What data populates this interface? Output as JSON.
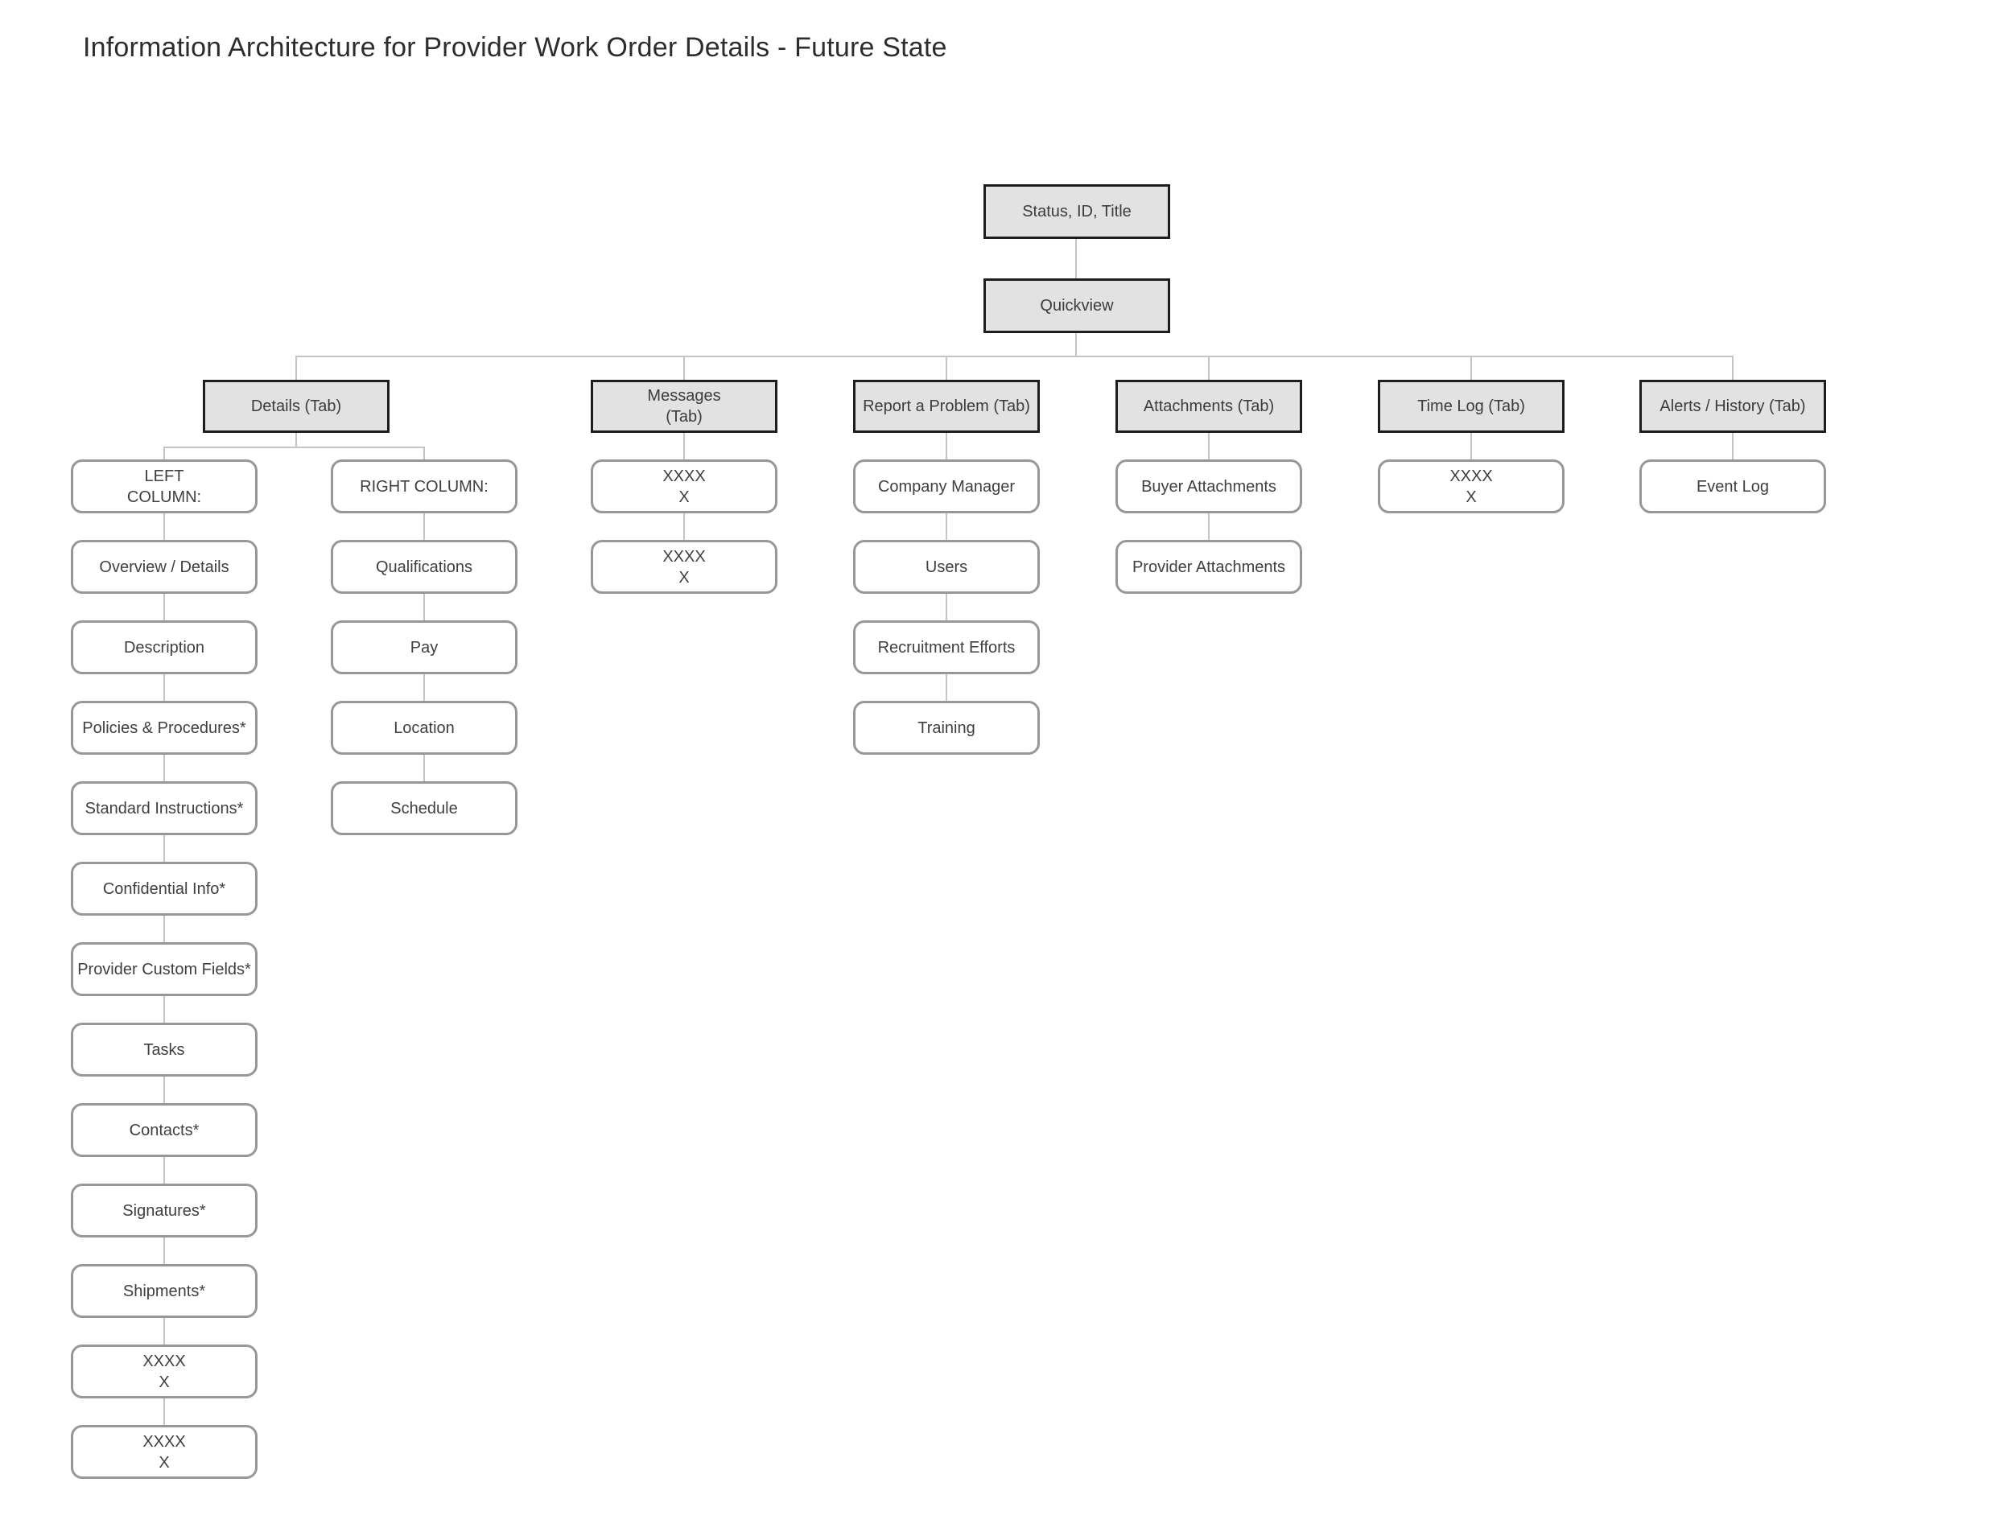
{
  "page_title": "Information Architecture for Provider Work Order Details - Future State",
  "nodes": {
    "status": "Status, ID, Title",
    "quickview": "Quickview",
    "tabs": [
      "Details (Tab)",
      "Messages\n(Tab)",
      "Report a Problem (Tab)",
      "Attachments (Tab)",
      "Time Log (Tab)",
      "Alerts / History (Tab)"
    ],
    "details_left_column": [
      "LEFT\nCOLUMN:",
      "Overview / Details",
      "Description",
      "Policies & Procedures*",
      "Standard Instructions*",
      "Confidential Info*",
      "Provider Custom Fields*",
      "Tasks",
      "Contacts*",
      "Signatures*",
      "Shipments*",
      "XXXX\nX",
      "XXXX\nX"
    ],
    "details_right_column": [
      "RIGHT COLUMN:",
      "Qualifications",
      "Pay",
      "Location",
      "Schedule"
    ],
    "messages_children": [
      "XXXX\nX",
      "XXXX\nX"
    ],
    "report_children": [
      "Company Manager",
      "Users",
      "Recruitment Efforts",
      "Training"
    ],
    "attachments_children": [
      "Buyer Attachments",
      "Provider Attachments"
    ],
    "time_log_children": [
      "XXXX\nX"
    ],
    "alerts_children": [
      "Event Log"
    ]
  },
  "colors": {
    "tab_fill": "#e2e2e2",
    "tab_border": "#1d1d1d",
    "node_border": "#979797",
    "connector": "#c4c4c4",
    "text": "#3f3f3f"
  }
}
